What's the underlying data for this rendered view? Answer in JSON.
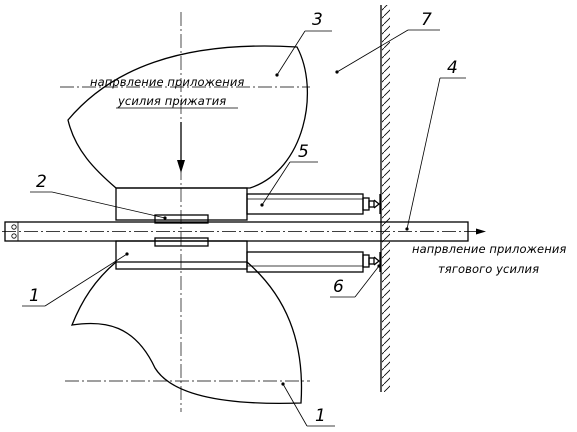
{
  "annotations": {
    "pressing_force_line1": "напрвление приложения",
    "pressing_force_line2": "усилия прижатия",
    "traction_force_line1": "напрвление приложения",
    "traction_force_line2": "тягового усилия"
  },
  "callouts": {
    "c1_upper": "1",
    "c1_lower": "1",
    "c2": "2",
    "c3": "3",
    "c4": "4",
    "c5": "5",
    "c6": "6",
    "c7": "7"
  }
}
